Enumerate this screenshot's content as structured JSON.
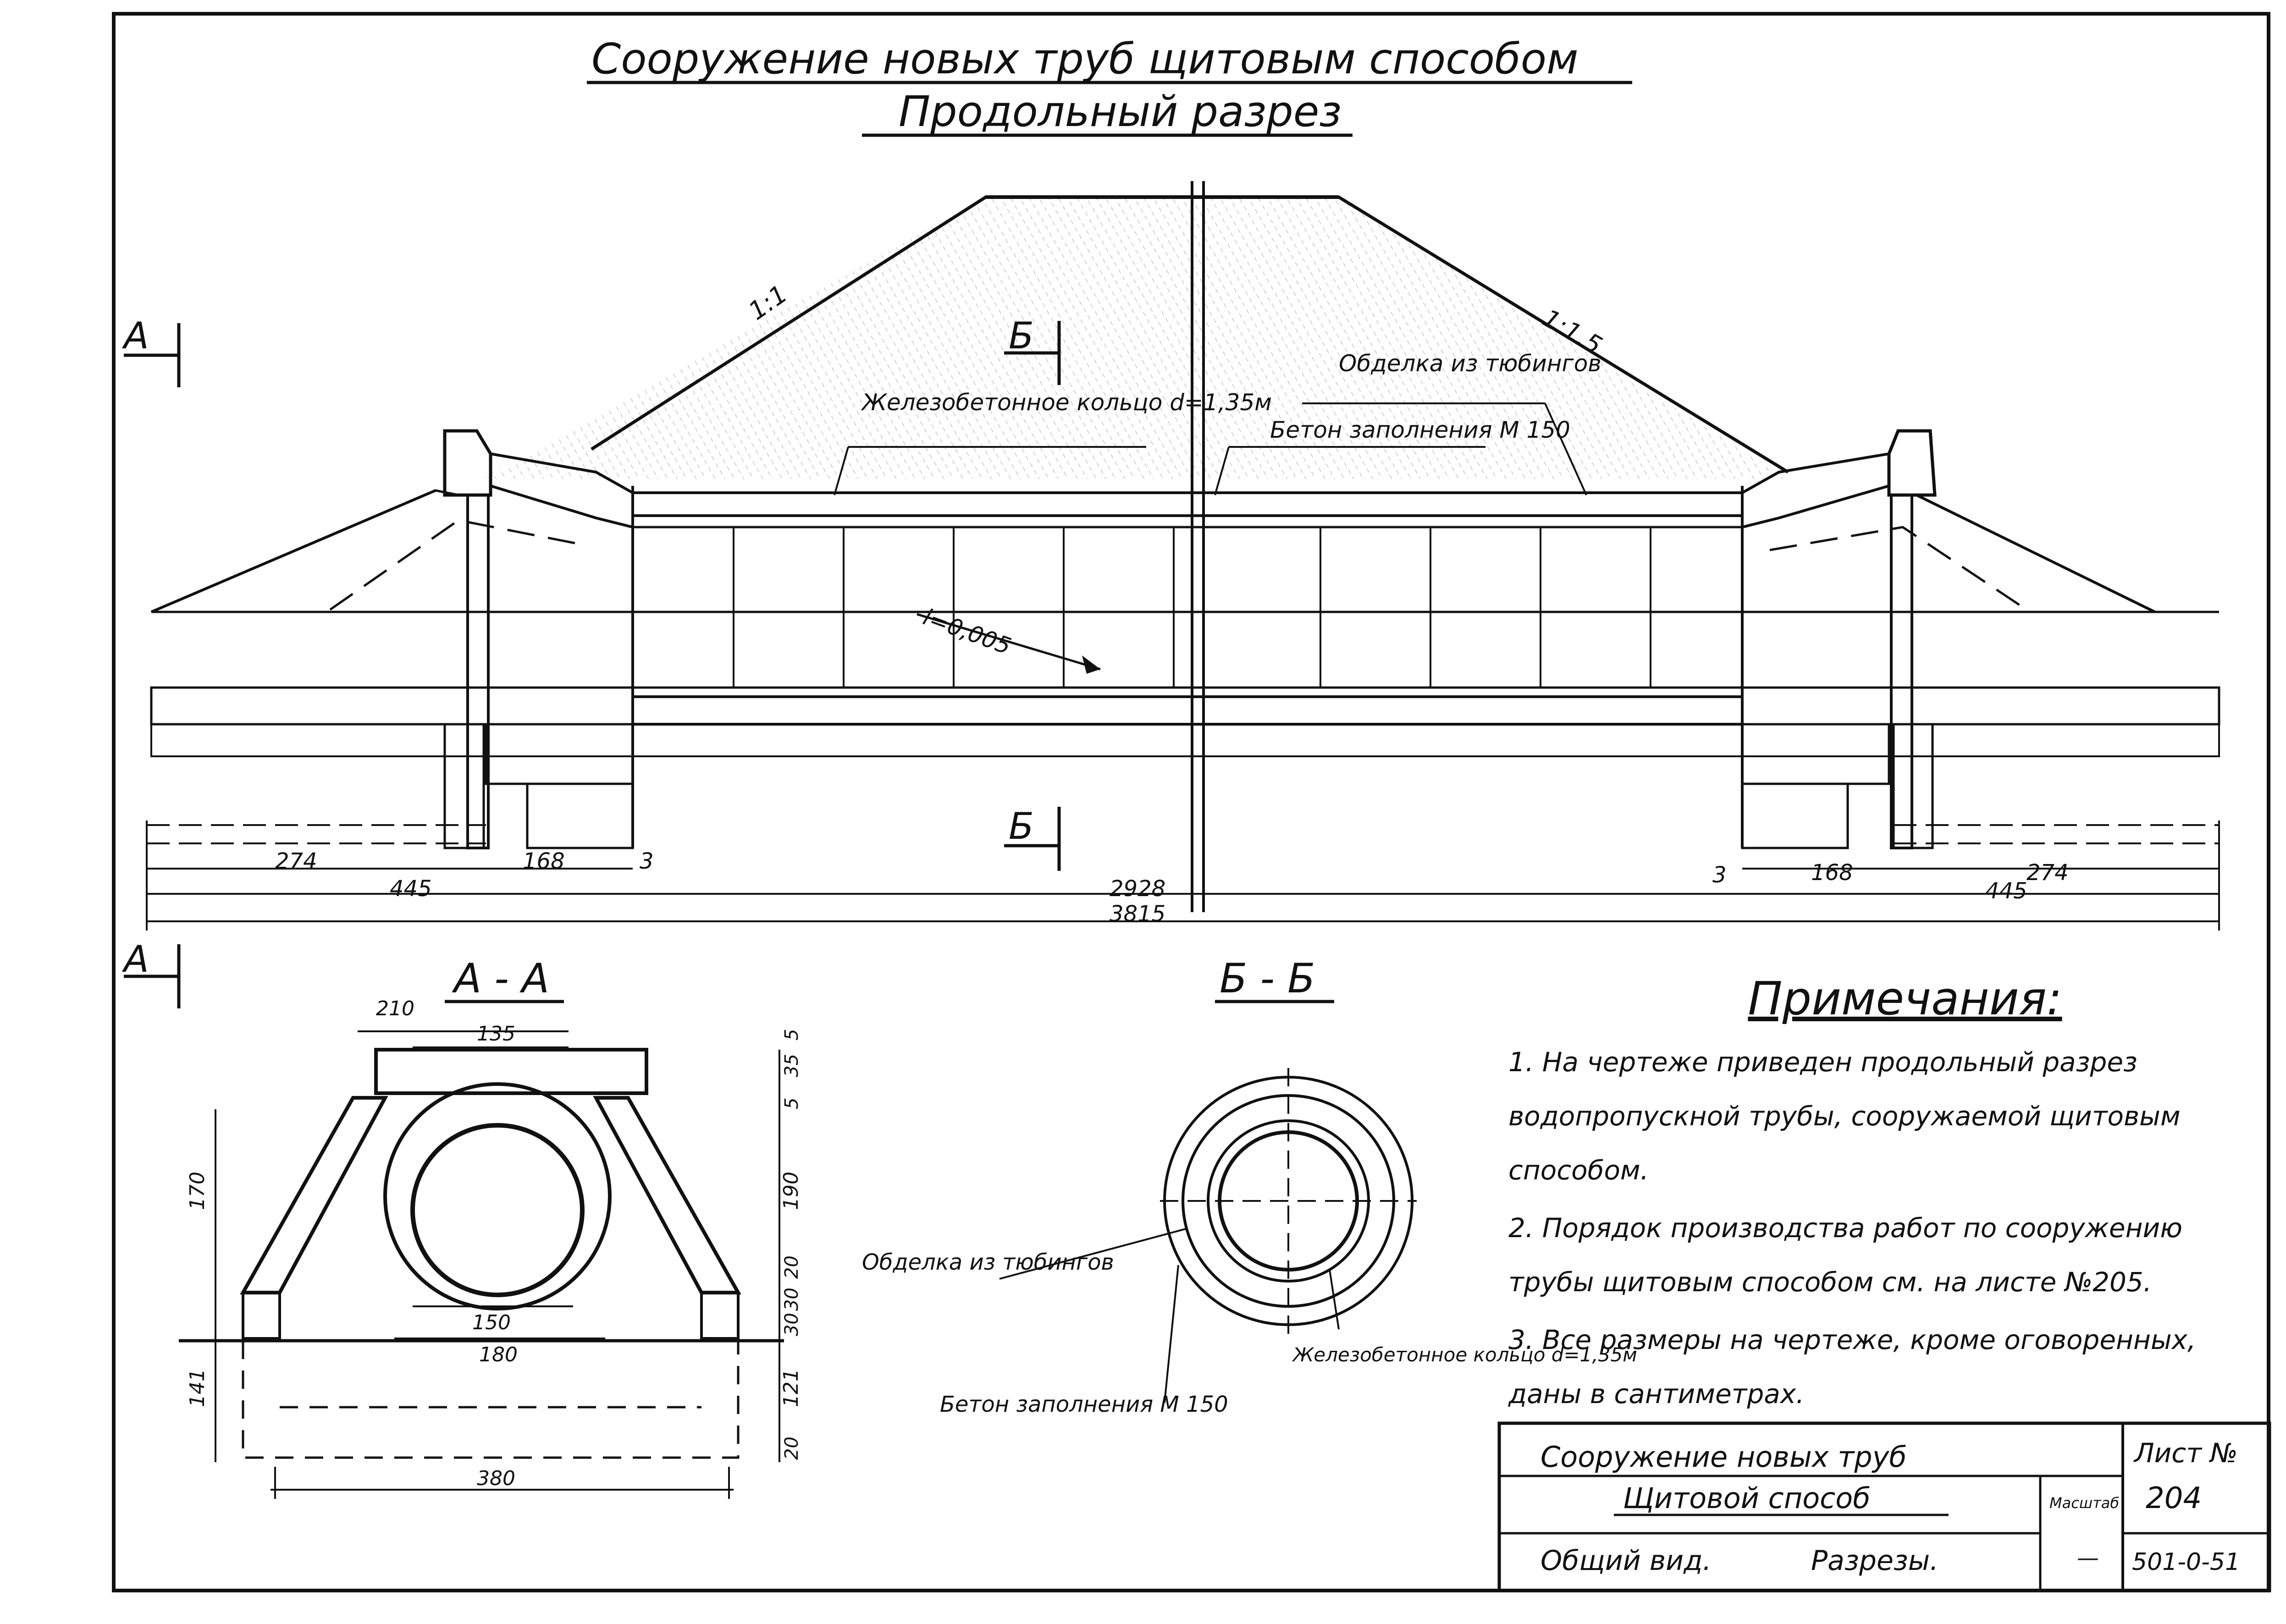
{
  "title": {
    "line1": "Сооружение новых труб щитовым способом",
    "line2": "Продольный разрез"
  },
  "slopes": {
    "left": "1:1",
    "right": "1:1.5"
  },
  "section_marks": {
    "a": "А",
    "b": "Б"
  },
  "labels": {
    "ring": "Железобетонное кольцо d=1,35м",
    "lining": "Обделка из тюбингов",
    "concrete": "Бетон заполнения М 150",
    "gradient": "i=0,005"
  },
  "dimensions_main": {
    "left_274": "274",
    "left_168": "168",
    "left_3": "3",
    "left_445": "445",
    "total_2928": "2928",
    "total_3815": "3815",
    "right_3": "3",
    "right_168": "168",
    "right_274": "274",
    "right_445": "445"
  },
  "section_aa": {
    "title": "А - А",
    "dims": [
      "210",
      "135",
      "170",
      "5",
      "35",
      "5",
      "190",
      "20",
      "30",
      "150",
      "180",
      "30",
      "141",
      "121",
      "20",
      "380"
    ]
  },
  "section_bb": {
    "title": "Б - Б",
    "label_lining": "Обделка из тюбингов",
    "label_concrete": "Бетон заполнения М 150",
    "label_ring": "Железобетонное кольцо d=1,35м"
  },
  "notes": {
    "heading": "Примечания:",
    "items": [
      "1. На чертеже приведен продольный разрез водопропускной трубы, сооружаемой щитовым способом.",
      "2. Порядок производства работ по сооружению трубы щитовым способом см. на листе №205.",
      "3. Все размеры на чертеже, кроме оговоренных, даны в сантиметрах."
    ]
  },
  "title_block": {
    "row1": "Сооружение новых труб",
    "row2": "Щитовой способ",
    "row3_left": "Общий вид.",
    "row3_right": "Разрезы.",
    "scale_label": "Масштаб",
    "scale_value": "—",
    "sheet_label": "Лист №",
    "sheet_number": "204",
    "drawing_code": "501-0-51"
  }
}
